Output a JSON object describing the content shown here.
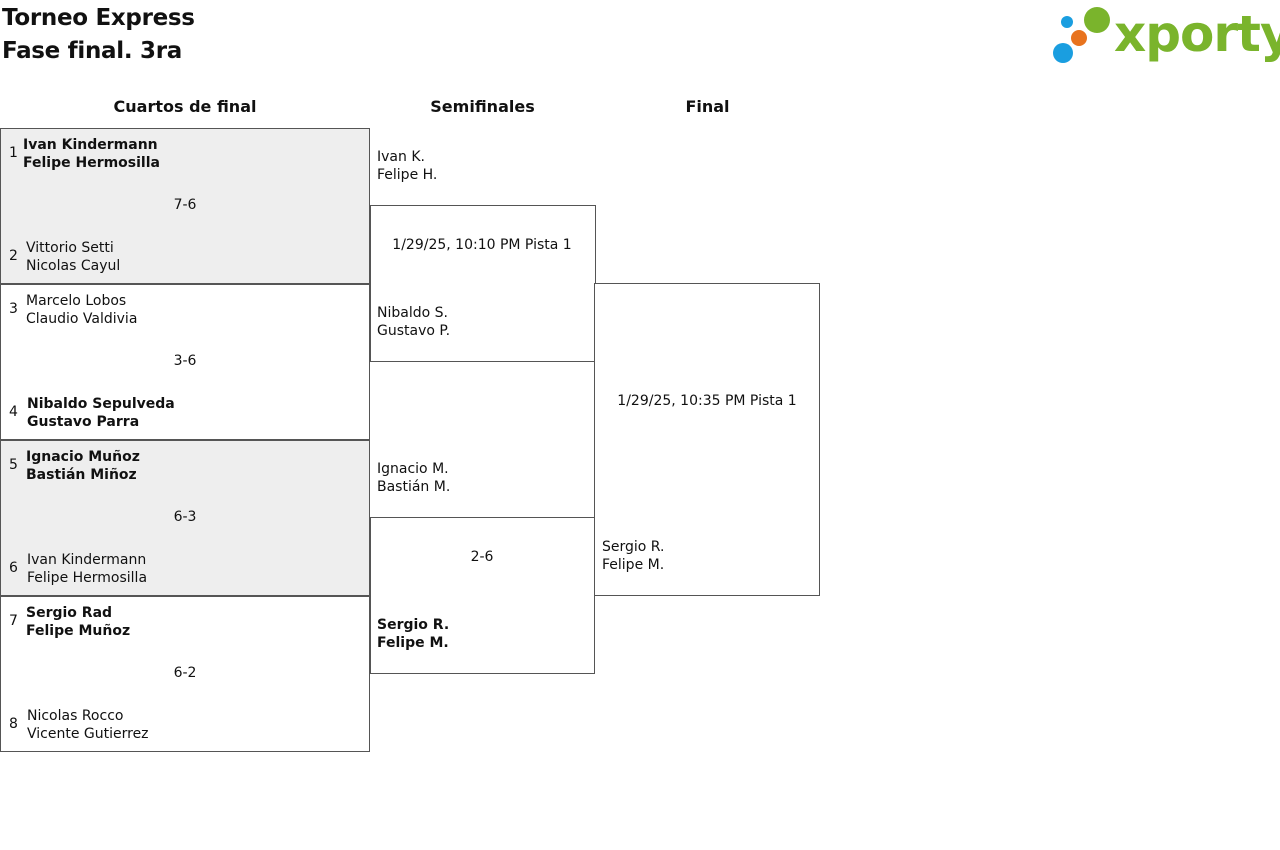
{
  "header": {
    "title_line1": "Torneo Express",
    "title_line2": "Fase final. 3ra",
    "logo_text": "xporty",
    "logo_colors": {
      "green": "#7ab42c",
      "blue": "#1a9ee0",
      "orange": "#e8731e"
    }
  },
  "rounds": {
    "quarter": "Cuartos de final",
    "semi": "Semifinales",
    "final": "Final"
  },
  "quarterfinals": [
    {
      "seed_a": "1",
      "a1": "Ivan Kindermann",
      "a2": "Felipe Hermosilla",
      "score": "7-6",
      "seed_b": "2",
      "b1": "Vittorio Setti",
      "b2": "Nicolas Cayul"
    },
    {
      "seed_a": "3",
      "a1": "Marcelo Lobos",
      "a2": "Claudio Valdivia",
      "score": "3-6",
      "seed_b": "4",
      "b1": "Nibaldo Sepulveda",
      "b2": "Gustavo Parra"
    },
    {
      "seed_a": "5",
      "a1": "Ignacio Muñoz",
      "a2": "Bastián Miñoz",
      "score": "6-3",
      "seed_b": "6",
      "b1": "Ivan Kindermann",
      "b2": "Felipe Hermosilla"
    },
    {
      "seed_a": "7",
      "a1": "Sergio Rad",
      "a2": "Felipe Muñoz",
      "score": "6-2",
      "seed_b": "8",
      "b1": "Nicolas Rocco",
      "b2": "Vicente Gutierrez"
    }
  ],
  "semifinals": [
    {
      "t1a": "Ivan K.",
      "t1b": "Felipe H.",
      "info": "1/29/25, 10:10 PM  Pista 1",
      "t2a": "Nibaldo S.",
      "t2b": "Gustavo P."
    },
    {
      "t1a": "Ignacio M.",
      "t1b": "Bastián M.",
      "info": "2-6",
      "t2a": "Sergio R.",
      "t2b": "Felipe M."
    }
  ],
  "final": {
    "info": "1/29/25, 10:35 PM  Pista 1",
    "t2a": "Sergio R.",
    "t2b": "Felipe M."
  }
}
